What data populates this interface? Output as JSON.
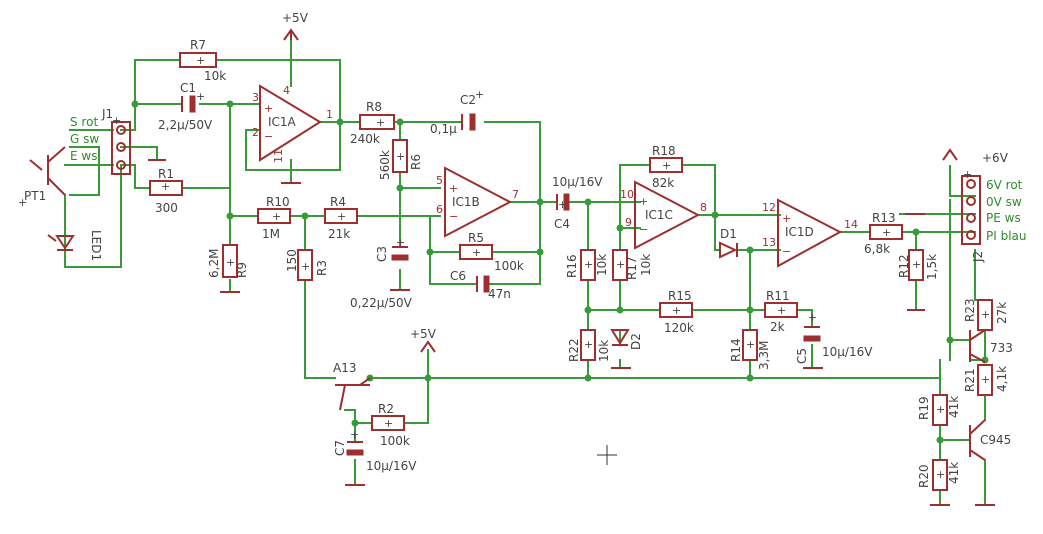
{
  "power": {
    "vcc_top": "+5V",
    "vcc_mid": "+5V",
    "vcc_right": "+6V"
  },
  "connector_j1": {
    "ref": "J1",
    "pins": [
      "S rot",
      "G sw",
      "E ws"
    ]
  },
  "connector_j2": {
    "ref": "J2",
    "pins": [
      "6V rot",
      "0V sw",
      "PE ws",
      "PI blau"
    ]
  },
  "sensors": {
    "pt1": "PT1",
    "led1": "LED1"
  },
  "opamps": [
    {
      "ref": "IC1A",
      "pins": [
        "3",
        "2",
        "1",
        "4",
        "11"
      ]
    },
    {
      "ref": "IC1B",
      "pins": [
        "5",
        "6",
        "7"
      ]
    },
    {
      "ref": "IC1C",
      "pins": [
        "10",
        "9",
        "8"
      ]
    },
    {
      "ref": "IC1D",
      "pins": [
        "12",
        "13",
        "14"
      ]
    }
  ],
  "resistors": [
    {
      "ref": "R7",
      "value": "10k"
    },
    {
      "ref": "R1",
      "value": "300"
    },
    {
      "ref": "R8",
      "value": "240k"
    },
    {
      "ref": "R6",
      "value": "560k"
    },
    {
      "ref": "R10",
      "value": "1M"
    },
    {
      "ref": "R4",
      "value": "21k"
    },
    {
      "ref": "R9",
      "value": "6,2M"
    },
    {
      "ref": "R3",
      "value": "150"
    },
    {
      "ref": "R5",
      "value": "100k"
    },
    {
      "ref": "R18",
      "value": "82k"
    },
    {
      "ref": "R16",
      "value": "10k"
    },
    {
      "ref": "R17",
      "value": "10k"
    },
    {
      "ref": "R15",
      "value": "120k"
    },
    {
      "ref": "R22",
      "value": "10k"
    },
    {
      "ref": "R14",
      "value": "3,3M"
    },
    {
      "ref": "R11",
      "value": "2k"
    },
    {
      "ref": "R13",
      "value": "6,8k"
    },
    {
      "ref": "R12",
      "value": "1,5k"
    },
    {
      "ref": "R23",
      "value": "27k"
    },
    {
      "ref": "R21",
      "value": "4,1k"
    },
    {
      "ref": "R19",
      "value": "41k"
    },
    {
      "ref": "R20",
      "value": "41k"
    },
    {
      "ref": "R2",
      "value": "100k"
    }
  ],
  "capacitors": [
    {
      "ref": "C1",
      "value": "2,2µ/50V"
    },
    {
      "ref": "C2",
      "value": "0,1µ"
    },
    {
      "ref": "C3",
      "value": "0,22µ/50V"
    },
    {
      "ref": "C6",
      "value": "47n"
    },
    {
      "ref": "C4",
      "value": "10µ/16V"
    },
    {
      "ref": "C5",
      "value": "10µ/16V"
    },
    {
      "ref": "C7",
      "value": "10µ/16V"
    }
  ],
  "diodes": {
    "d1": "D1",
    "d2": "D2"
  },
  "transistors": {
    "a13": "A13",
    "t733": "733",
    "c945": "C945"
  }
}
